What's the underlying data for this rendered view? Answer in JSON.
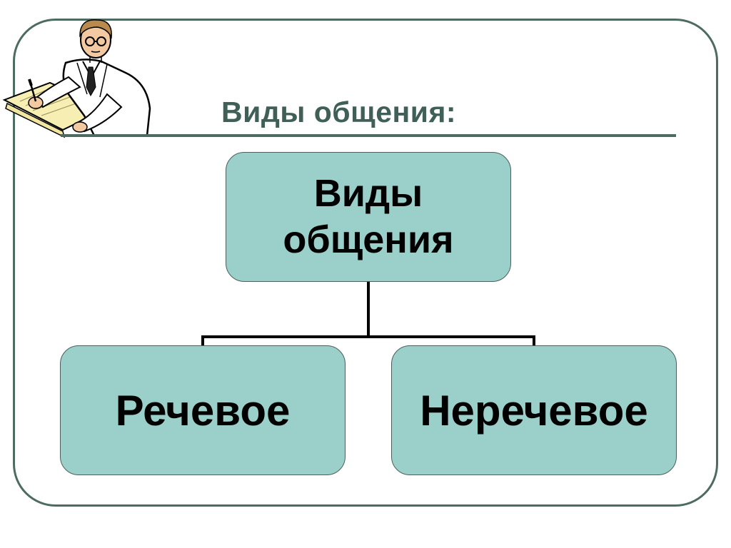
{
  "slide": {
    "title": "Виды общения:"
  },
  "diagram": {
    "root": "Виды общения",
    "children": [
      {
        "label": "Речевое"
      },
      {
        "label": "Неречевое"
      }
    ]
  },
  "illustration": {
    "icon": "scientist-writing-icon"
  },
  "colors": {
    "frame": "#4e6b62",
    "title": "#3f5f57",
    "node_fill": "#9bcfca",
    "connector": "#000000"
  }
}
